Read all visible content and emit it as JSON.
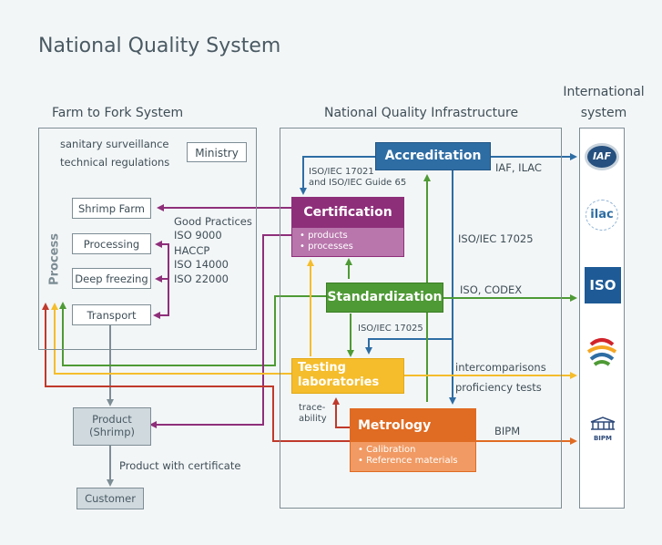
{
  "title": "National Quality System",
  "sections": {
    "farm": "Farm to Fork System",
    "nqi": "National Quality Infrastructure",
    "intl_line1": "International",
    "intl_line2": "system"
  },
  "farm": {
    "sanitary": "sanitary surveillance",
    "technical": "technical regulations",
    "ministry": "Ministry",
    "process": "Process",
    "stages": [
      "Shrimp Farm",
      "Processing",
      "Deep freezing",
      "Transport"
    ],
    "practices": [
      "Good Practices",
      "ISO 9000",
      "HACCP",
      "ISO 14000",
      "ISO 22000"
    ]
  },
  "chain": {
    "product_line1": "Product",
    "product_line2": "(Shrimp)",
    "product_cert": "Product with certificate",
    "customer": "Customer"
  },
  "nqi": {
    "accreditation": "Accreditation",
    "certification": "Certification",
    "certification_items": [
      "• products",
      "• processes"
    ],
    "standardization": "Standardization",
    "testing_line1": "Testing",
    "testing_line2": "laboratories",
    "metrology": "Metrology",
    "metrology_items": [
      "• Calibration",
      "• Reference materials"
    ],
    "traceability_line1": "trace-",
    "traceability_line2": "ability",
    "iso17021_line1": "ISO/IEC 17021",
    "iso17021_line2": "and ISO/IEC Guide 65",
    "iso17025_a": "ISO/IEC 17025",
    "iso17025_b": "ISO/IEC 17025"
  },
  "links": {
    "iaf_ilac": "IAF, ILAC",
    "iso_codex": "ISO, CODEX",
    "intercomparisons": "intercomparisons",
    "proficiency": "proficiency tests",
    "bipm": "BIPM"
  },
  "logos": {
    "iaf": "IAF",
    "ilac": "ilac",
    "iso": "ISO",
    "bipm": "BIPM"
  },
  "colors": {
    "accreditation": "#2e6da4",
    "certification": "#8e2f7a",
    "standardization": "#4e9a35",
    "testing": "#f5bd2c",
    "metrology": "#e06b22",
    "gray": "#7d8d95",
    "text": "#3e4e57"
  }
}
